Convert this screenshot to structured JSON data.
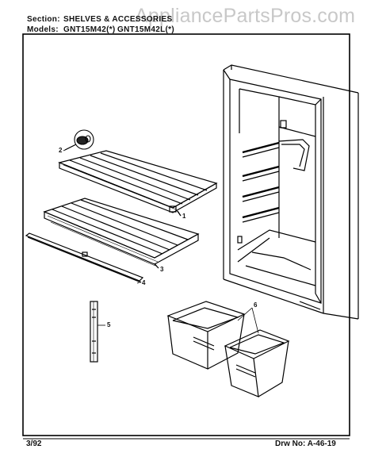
{
  "header": {
    "section_label": "Section:",
    "section_value": "SHELVES & ACCESSORIES",
    "models_label": "Models:",
    "model_1": "GNT15M42(*)",
    "model_2": "GNT15M42L(*)"
  },
  "watermark": "AppliancePartsPros.com",
  "callouts": {
    "c1": "1",
    "c2": "2",
    "c3": "3",
    "c4": "4",
    "c5": "5",
    "c6": "6"
  },
  "footer": {
    "date": "3/92",
    "drawing_number": "Drw No: A-46-19"
  }
}
